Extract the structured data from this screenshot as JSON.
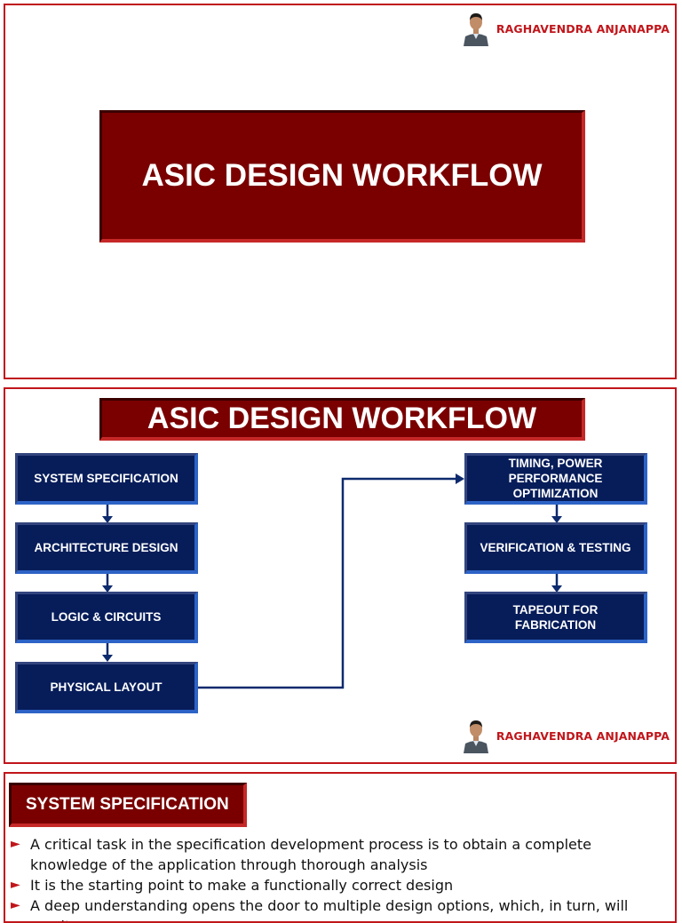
{
  "author": {
    "name": "RAGHAVENDRA ANJANAPPA"
  },
  "slide1": {
    "title": "ASIC DESIGN WORKFLOW"
  },
  "slide2": {
    "title": "ASIC DESIGN WORKFLOW",
    "steps": [
      "SYSTEM SPECIFICATION",
      "ARCHITECTURE DESIGN",
      "LOGIC & CIRCUITS",
      "PHYSICAL LAYOUT",
      "TIMING, POWER PERFORMANCE OPTIMIZATION",
      "VERIFICATION & TESTING",
      "TAPEOUT FOR FABRICATION"
    ]
  },
  "slide3": {
    "title": "SYSTEM SPECIFICATION",
    "bullets": [
      "A critical task in the specification development process is to obtain a complete knowledge of the application through thorough analysis",
      "It is the starting point to make a functionally correct design",
      "A deep understanding opens the door to multiple design options, which, in turn, will result"
    ]
  },
  "colors": {
    "accent": "#c0161b",
    "title_fill": "#7a0000",
    "box_fill": "#071d5a",
    "connector": "#0d2a6e"
  },
  "icons": {
    "bullet": "triangle-right-icon"
  }
}
